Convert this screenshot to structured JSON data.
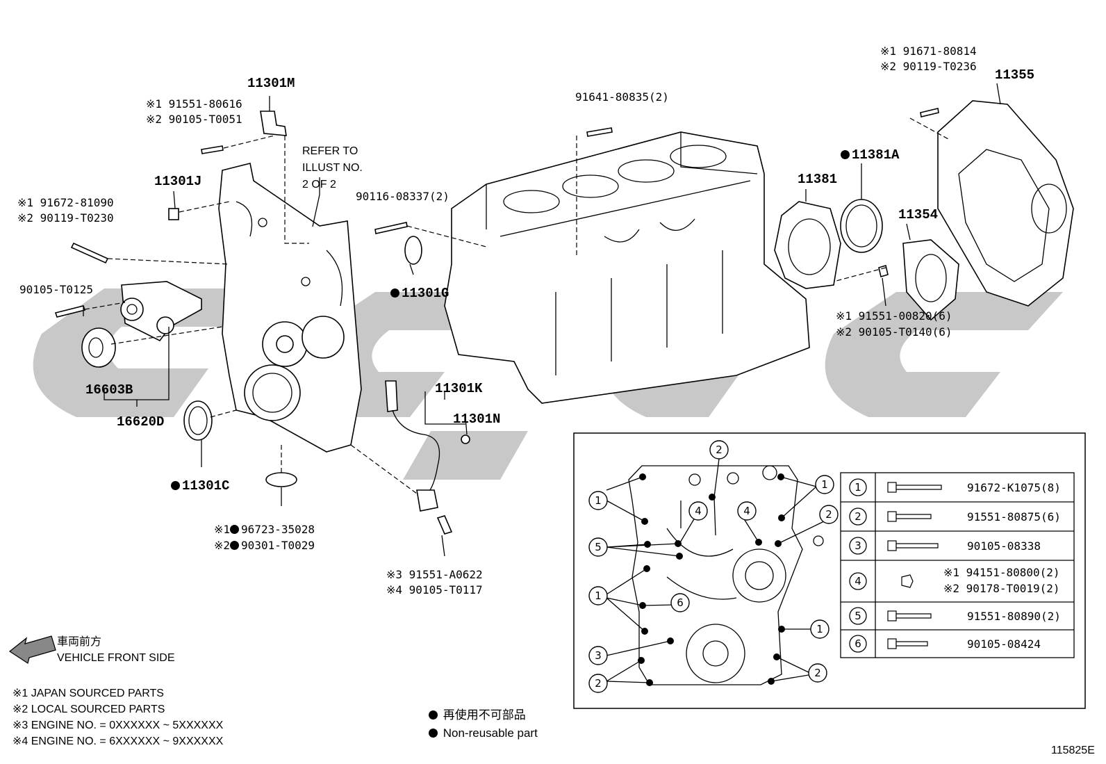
{
  "parts": {
    "p11301M": "11301M",
    "p11301M_j": "※1 91551-80616",
    "p11301M_l": "※2 90105-T0051",
    "refer_1": "REFER TO",
    "refer_2": "ILLUST NO.",
    "refer_3": "2 OF 2",
    "p11301J": "11301J",
    "bolt_long_j": "※1 91672-81090",
    "bolt_long_l": "※2 90119-T0230",
    "b90105_T0125": "90105-T0125",
    "p16603B": "16603B",
    "p16620D": "16620D",
    "p11301C": "11301C",
    "oring_j_prefix": "※1",
    "oring_j": "96723-35028",
    "oring_l_prefix": "※2",
    "oring_l": "90301-T0029",
    "stud": "90116-08337(2)",
    "p11301G": "11301G",
    "bolt_91641": "91641-80835(2)",
    "p11301K": "11301K",
    "p11301N": "11301N",
    "sensor_bolt_3": "※3 91551-A0622",
    "sensor_bolt_4": "※4 90105-T0117",
    "p11381": "11381",
    "p11381A": "11381A",
    "p11354": "11354",
    "p11355": "11355",
    "p11355_j": "※1 91671-80814",
    "p11355_l": "※2 90119-T0236",
    "retainer_bolt_j": "※1 91551-00820(6)",
    "retainer_bolt_l": "※2 90105-T0140(6)"
  },
  "front_side": {
    "jp": "車両前方",
    "en": "VEHICLE FRONT SIDE"
  },
  "notes": [
    "※1 JAPAN SOURCED PARTS",
    "※2 LOCAL SOURCED PARTS",
    "※3 ENGINE NO. = 0XXXXXX ~ 5XXXXXX",
    "※4 ENGINE NO. = 6XXXXXX ~ 9XXXXXX"
  ],
  "legend": {
    "jp": "再使用不可部品",
    "en": "Non-reusable part"
  },
  "inset_markers": [
    "1",
    "2",
    "4",
    "4",
    "1",
    "2",
    "5",
    "1",
    "6",
    "1",
    "3",
    "2",
    "2"
  ],
  "bolt_table": [
    {
      "no": "1",
      "part": "91672-K1075(8)"
    },
    {
      "no": "2",
      "part": "91551-80875(6)"
    },
    {
      "no": "3",
      "part": "90105-08338"
    },
    {
      "no": "4",
      "part_j": "※1 94151-80800(2)",
      "part_l": "※2 90178-T0019(2)"
    },
    {
      "no": "5",
      "part": "91551-80890(2)"
    },
    {
      "no": "6",
      "part": "90105-08424"
    }
  ],
  "figure_id": "115825E"
}
